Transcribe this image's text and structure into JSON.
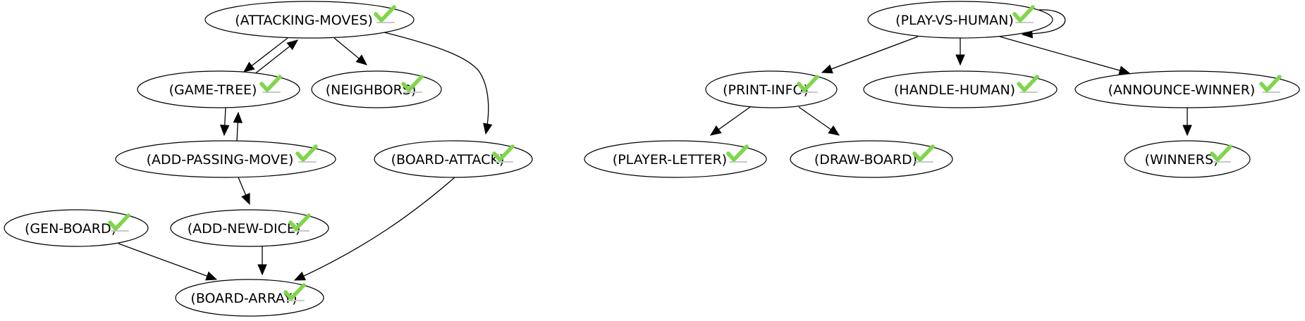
{
  "colors": {
    "check": "#7fd64a",
    "check_dark": "#5cb82e",
    "stroke": "#000000",
    "background": "#ffffff"
  },
  "nodes": [
    {
      "id": "attacking-moves",
      "label": "(ATTACKING-MOVES)",
      "checked": true
    },
    {
      "id": "game-tree",
      "label": "(GAME-TREE)",
      "checked": true
    },
    {
      "id": "neighbors",
      "label": "(NEIGHBORS)",
      "checked": true
    },
    {
      "id": "add-passing-move",
      "label": "(ADD-PASSING-MOVE)",
      "checked": true
    },
    {
      "id": "board-attack",
      "label": "(BOARD-ATTACK)",
      "checked": true
    },
    {
      "id": "gen-board",
      "label": "(GEN-BOARD)",
      "checked": true
    },
    {
      "id": "add-new-dice",
      "label": "(ADD-NEW-DICE)",
      "checked": true
    },
    {
      "id": "board-array",
      "label": "(BOARD-ARRAY)",
      "checked": true
    },
    {
      "id": "play-vs-human",
      "label": "(PLAY-VS-HUMAN)",
      "checked": true
    },
    {
      "id": "print-info",
      "label": "(PRINT-INFO)",
      "checked": true
    },
    {
      "id": "handle-human",
      "label": "(HANDLE-HUMAN)",
      "checked": true
    },
    {
      "id": "announce-winner",
      "label": "(ANNOUNCE-WINNER)",
      "checked": true
    },
    {
      "id": "player-letter",
      "label": "(PLAYER-LETTER)",
      "checked": true
    },
    {
      "id": "draw-board",
      "label": "(DRAW-BOARD)",
      "checked": true
    },
    {
      "id": "winners",
      "label": "(WINNERS)",
      "checked": true
    }
  ],
  "edges": [
    {
      "from": "attacking-moves",
      "to": "game-tree"
    },
    {
      "from": "game-tree",
      "to": "attacking-moves"
    },
    {
      "from": "attacking-moves",
      "to": "neighbors"
    },
    {
      "from": "attacking-moves",
      "to": "board-attack"
    },
    {
      "from": "game-tree",
      "to": "add-passing-move"
    },
    {
      "from": "add-passing-move",
      "to": "game-tree"
    },
    {
      "from": "add-passing-move",
      "to": "add-new-dice"
    },
    {
      "from": "gen-board",
      "to": "board-array"
    },
    {
      "from": "add-new-dice",
      "to": "board-array"
    },
    {
      "from": "board-attack",
      "to": "board-array"
    },
    {
      "from": "play-vs-human",
      "to": "play-vs-human"
    },
    {
      "from": "play-vs-human",
      "to": "print-info"
    },
    {
      "from": "play-vs-human",
      "to": "handle-human"
    },
    {
      "from": "play-vs-human",
      "to": "announce-winner"
    },
    {
      "from": "print-info",
      "to": "player-letter"
    },
    {
      "from": "print-info",
      "to": "draw-board"
    },
    {
      "from": "announce-winner",
      "to": "winners"
    }
  ]
}
